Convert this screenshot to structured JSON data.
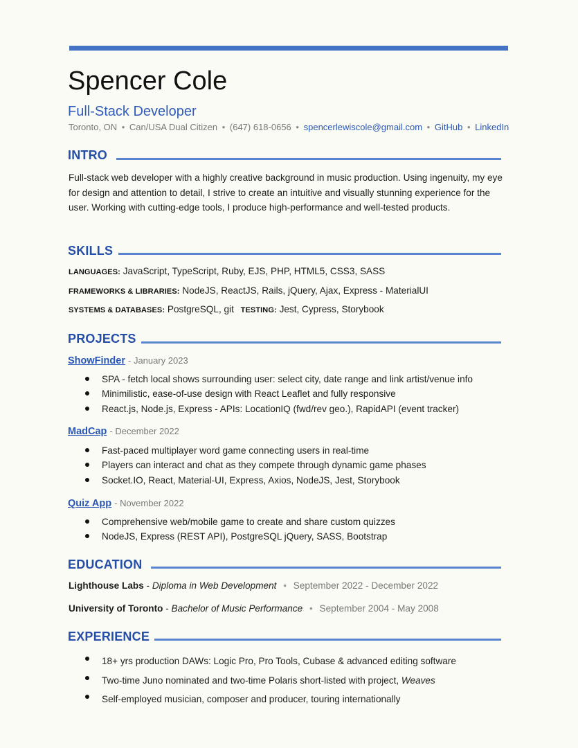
{
  "header": {
    "name": "Spencer Cole",
    "role": "Full-Stack Developer",
    "location": "Toronto, ON",
    "citizenship": "Can/USA Dual Citizen",
    "phone": "(647) 618-0656",
    "email": "spencerlewiscole@gmail.com",
    "github": "GitHub",
    "linkedin": "LinkedIn",
    "separator": "•"
  },
  "sections": {
    "intro": "INTRO",
    "skills": "SKILLS",
    "projects": "PROJECTS",
    "education": "EDUCATION",
    "experience": "EXPERIENCE"
  },
  "intro": {
    "text": "Full-stack web developer with a highly creative background in music production. Using ingenuity, my eye for design and attention to detail, I strive to create an intuitive and visually stunning experience for the user. Working with cutting-edge tools, I produce high-performance and well-tested products."
  },
  "skills": {
    "languages_label": "LANGUAGES:",
    "languages": "JavaScript, TypeScript, Ruby, EJS, PHP, HTML5, CSS3, SASS",
    "frameworks_label": "FRAMEWORKS & LIBRARIES:",
    "frameworks": "NodeJS, ReactJS, Rails, jQuery, Ajax, Express - MaterialUI",
    "systems_label": "SYSTEMS & DATABASES:",
    "systems": "PostgreSQL, git",
    "testing_label": "TESTING:",
    "testing": "Jest, Cypress, Storybook"
  },
  "projects": [
    {
      "name": "ShowFinder",
      "date": "- January 2023",
      "bullets": [
        "SPA - fetch local shows surrounding user: select city, date range and link artist/venue info",
        "Minimilistic, ease-of-use design with React Leaflet and fully responsive",
        "React.js, Node.js, Express - APIs: LocationIQ (fwd/rev geo.), RapidAPI (event tracker)"
      ]
    },
    {
      "name": "MadCap",
      "date": "- December 2022",
      "bullets": [
        "Fast-paced multiplayer word game connecting users in real-time",
        "Players can interact and chat as they compete through dynamic game phases",
        "Socket.IO, React, Material-UI, Express, Axios, NodeJS, Jest, Storybook"
      ]
    },
    {
      "name": "Quiz App",
      "date": "- November 2022",
      "bullets": [
        "Comprehensive web/mobile game to create and share custom quizzes",
        "NodeJS, Express (REST API), PostgreSQL  jQuery, SASS, Bootstrap"
      ]
    }
  ],
  "education": [
    {
      "school": "Lighthouse Labs",
      "dash": "-",
      "degree": "Diploma in Web Development",
      "sep": "•",
      "dates": "September 2022 - December 2022"
    },
    {
      "school": "University of Toronto",
      "dash": "-",
      "degree": "Bachelor of Music Performance",
      "sep": "•",
      "dates": "September 2004 - May 2008"
    }
  ],
  "experience": {
    "item1": "18+ yrs production DAWs: Logic Pro, Pro Tools, Cubase & advanced editing software",
    "item2_prefix": "Two-time Juno nominated and two-time Polaris short-listed with project, ",
    "item2_italic": "Weaves",
    "item3": "Self-employed musician, composer and producer, touring internationally"
  },
  "colors": {
    "accent": "#4472c4",
    "heading": "#244ea8",
    "link": "#2a57b5",
    "muted": "#777777",
    "background": "#fbfbf5"
  }
}
